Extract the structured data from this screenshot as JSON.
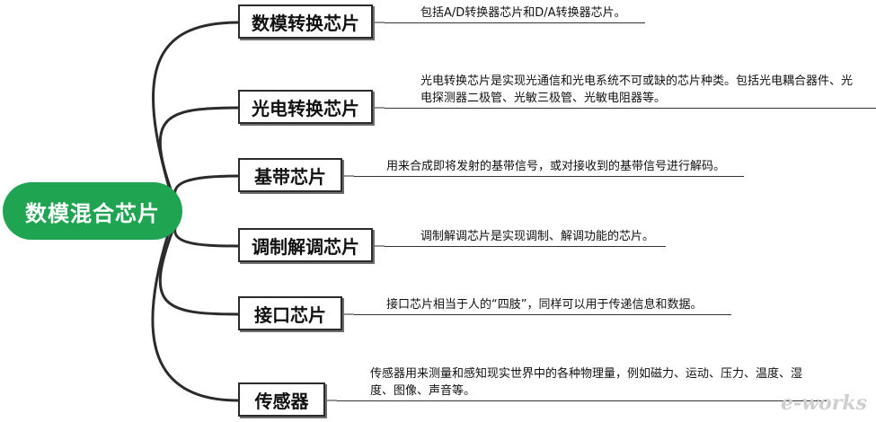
{
  "root": {
    "label": "数模混合芯片"
  },
  "branches": [
    {
      "label": "数模转换芯片",
      "description": "包括A/D转换器芯片和D/A转换器芯片。"
    },
    {
      "label": "光电转换芯片",
      "description_lines": [
        "光电转换芯片是实现光通信和光电系统不可或缺的芯片种类。包括光电耦合器件、光",
        "电探测器二极管、光敏三极管、光敏电阻器等。"
      ]
    },
    {
      "label": "基带芯片",
      "description": "用来合成即将发射的基带信号，或对接收到的基带信号进行解码。"
    },
    {
      "label": "调制解调芯片",
      "description": "调制解调芯片是实现调制、解调功能的芯片。"
    },
    {
      "label": "接口芯片",
      "description": "接口芯片相当于人的“四肢”，同样可以用于传递信息和数据。"
    },
    {
      "label": "传感器",
      "description_lines": [
        "传感器用来测量和感知现实世界中的各种物理量，例如磁力、运动、压力、温度、湿",
        "度、图像、声音等。"
      ]
    }
  ],
  "watermark": {
    "text": "e-works"
  }
}
